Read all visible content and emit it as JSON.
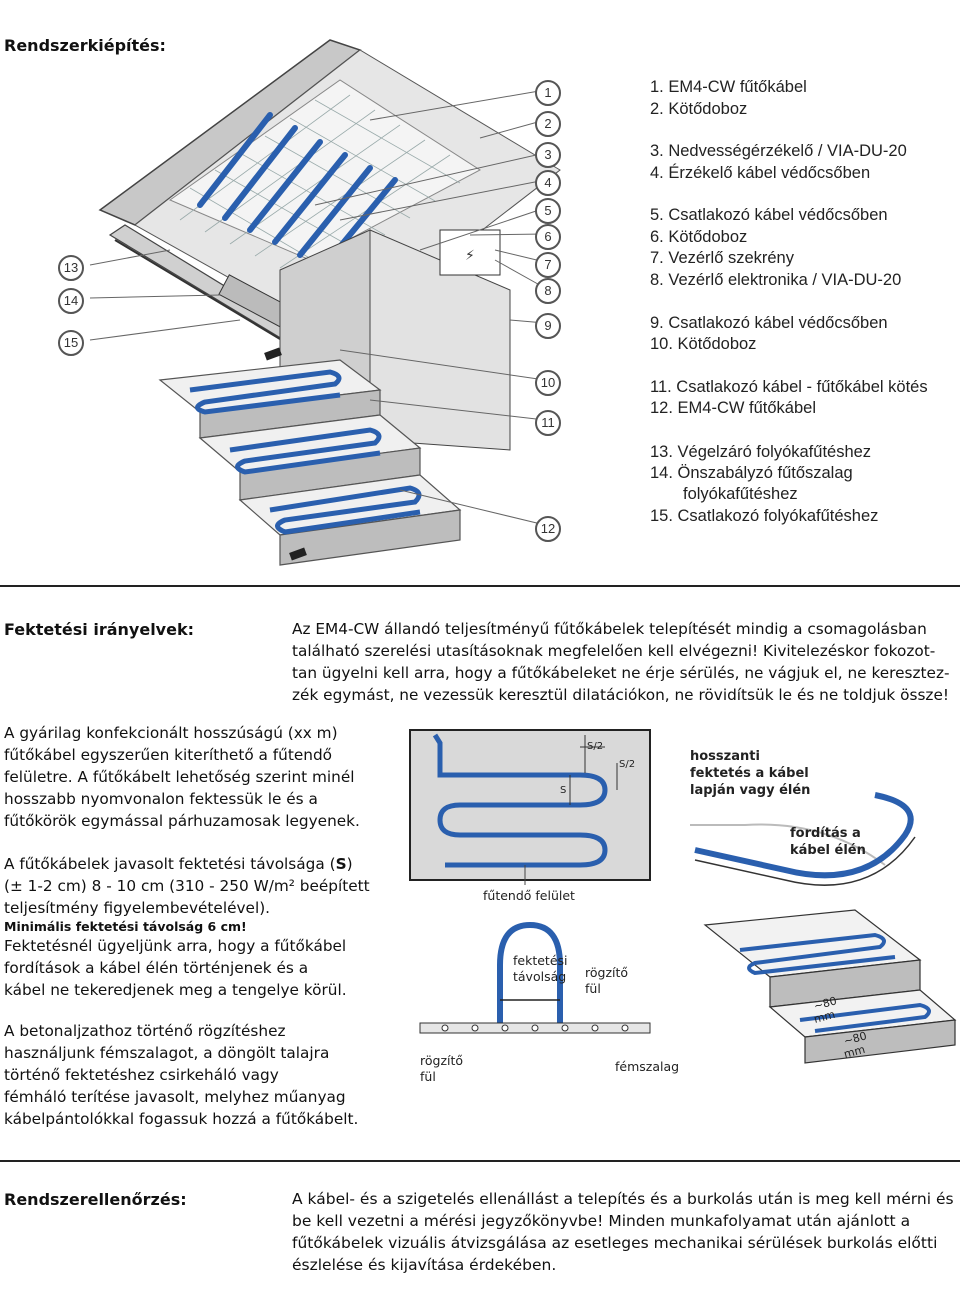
{
  "section1": {
    "title": "Rendszerkiépítés:",
    "badges": [
      "1",
      "2",
      "3",
      "4",
      "5",
      "6",
      "7",
      "8",
      "9",
      "10",
      "11",
      "12",
      "13",
      "14",
      "15"
    ],
    "legend": [
      "1.   EM4-CW fűtőkábel",
      "2.   Kötődoboz",
      "3.   Nedvességérzékelő / VIA-DU-20",
      "4.   Érzékelő kábel védőcsőben",
      "5.   Csatlakozó kábel védőcsőben",
      "6.   Kötődoboz",
      "7.   Vezérlő szekrény",
      "8.   Vezérlő elektronika / VIA-DU-20",
      "9.   Csatlakozó kábel védőcsőben",
      "10. Kötődoboz",
      "11. Csatlakozó kábel - fűtőkábel kötés",
      "12. EM4-CW fűtőkábel",
      "13. Végelzáró folyókafűtéshez",
      "14. Önszabályzó fűtőszalag",
      "folyókafűtéshez",
      "15. Csatlakozó folyókafűtéshez"
    ]
  },
  "section2": {
    "title": "Fektetési irányelvek:",
    "intro_lines": [
      "Az EM4-CW állandó teljesítményű fűtőkábelek telepítését mindig a csomagolásban",
      "található szerelési utasításoknak megfelelően kell elvégezni! Kivitelezéskor fokozot-",
      "tan ügyelni kell arra, hogy a fűtőkábeleket ne érje sérülés, ne vágjuk el, ne keresztez-",
      "zék egymást, ne vezessük keresztül dilatációkon, ne rövidítsük le és ne toldjuk össze!"
    ],
    "para1_lines": [
      "A gyárilag konfekcionált hosszúságú (xx m)",
      "fűtőkábel egyszerűen kiteríthető a fűtendő",
      "felületre. A fűtőkábelt lehetőség szerint minél",
      "hosszabb nyomvonalon fektessük le és a",
      "fűtőkörök egymással párhuzamosak legyenek."
    ],
    "para2": {
      "line1_pre": "A fűtőkábelek javasolt fektetési távolsága (",
      "line1_bold": "S",
      "line1_post": ")",
      "line2": "(± 1-2 cm) 8 - 10 cm (310 - 250 W/m² beépített",
      "line3": "teljesítmény figyelembevételével).",
      "min_note": "Minimális fektetési távolság 6 cm!",
      "line4": "Fektetésnél ügyeljünk arra, hogy a fűtőkábel",
      "line5": "fordítások a kábel élén történjenek és a",
      "line6": "kábel ne tekeredjenek meg a tengelye körül."
    },
    "para3_lines": [
      "A betonaljzathoz történő rögzítéshez",
      "használjunk fémszalagot, a döngölt talajra",
      "történő fektetéshez csirkeháló vagy",
      "fémháló terítése javasolt, melyhez műanyag",
      "kábelpántolókkal fogassuk hozzá a fűtőkábelt."
    ],
    "diagram_labels": {
      "s_half_top": "S/2",
      "s_half_right": "S/2",
      "s": "S",
      "surface": "fűtendő felület",
      "longitudinal_1": "hosszanti",
      "longitudinal_2": "fektetés a kábel",
      "longitudinal_3": "lapján vagy élén",
      "turn_1": "fordítás a",
      "turn_2": "kábel élén",
      "spacing_1": "fektetési",
      "spacing_2": "távolság",
      "clip_top_1": "rögzítő",
      "clip_top_2": "fül",
      "clip_left_1": "rögzítő",
      "clip_left_2": "fül",
      "metal_strip": "fémszalag",
      "mm80_a": "~80",
      "mm_a": "mm",
      "mm80_b": "~80",
      "mm_b": "mm"
    }
  },
  "section3": {
    "title": "Rendszerellenőrzés:",
    "lines": [
      "A kábel- és a szigetelés ellenállást a telepítés és a burkolás után is meg kell mérni és",
      "be kell vezetni a mérési jegyzőkönyvbe! Minden munkafolyamat után ajánlott a",
      "fűtőkábelek vizuális átvizsgálása az esetleges mechanikai sérülések burkolás előtti",
      "észlelése és kijavítása érdekében."
    ]
  },
  "colors": {
    "cable": "#2a5fae",
    "gray_light": "#d9d9d9",
    "gray_mid": "#a9a9a9",
    "outline": "#333333"
  }
}
